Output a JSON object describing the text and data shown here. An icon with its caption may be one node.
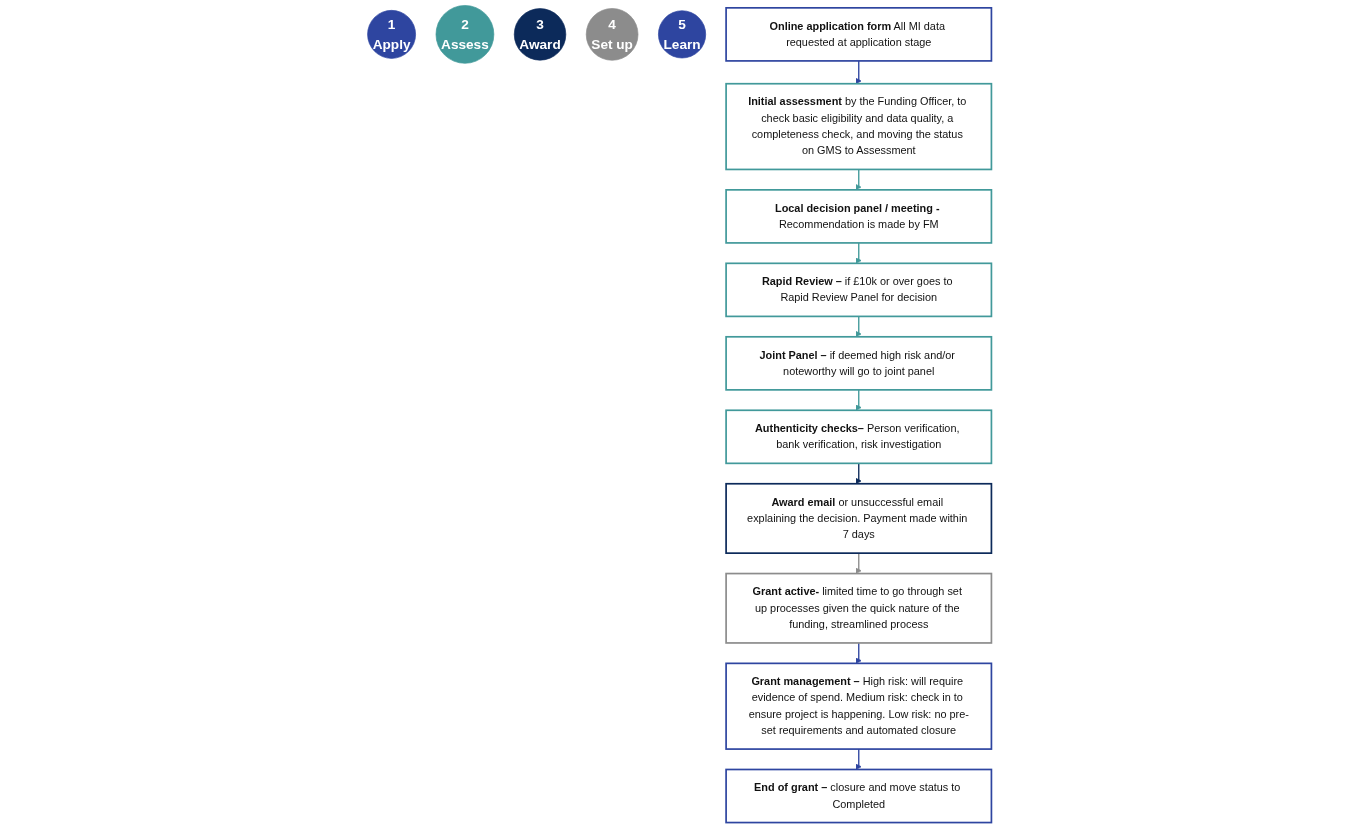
{
  "diagram": {
    "nodes": [
      {
        "text": [
          "1",
          "Apply"
        ]
      },
      {
        "text": [
          "2",
          "Assess"
        ]
      },
      {
        "text": [
          "3",
          "Award"
        ]
      },
      {
        "text": [
          "4",
          "Set up"
        ]
      },
      {
        "text": [
          "5",
          "Learn"
        ]
      },
      {
        "text": [
          "Online application form",
          "All MI data requested at application stage"
        ]
      },
      {
        "text": [
          "Initial assessment",
          "by the Funding Officer, to check basic eligibility and data quality, a completeness check, and moving the status on GMS to Assessment"
        ]
      },
      {
        "text": [
          "Local decision panel / meeting -",
          "Recommendation is made by FM"
        ]
      },
      {
        "text": [
          "Rapid Review –",
          "if £10k or over goes to Rapid Review Panel for decision"
        ]
      },
      {
        "text": [
          "Joint Panel –",
          "if deemed high risk and/or noteworthy will go to joint panel"
        ]
      },
      {
        "text": [
          "Authenticity checks–",
          "Person verification, bank verification, risk investigation"
        ]
      },
      {
        "text": [
          "Award email",
          "or unsuccessful email explaining the decision. Payment made within 7 days"
        ]
      },
      {
        "text": [
          "Grant active-",
          "limited time to go through set up processes given the quick nature of the funding, streamlined process"
        ]
      },
      {
        "text": [
          "Grant management –",
          "High risk: will require evidence of spend. Medium risk: check in to ensure project is happening. Low risk: no pre-set requirements and automated closure"
        ]
      },
      {
        "text": [
          "End of grant –",
          "closure and move status to Completed"
        ]
      }
    ],
    "edges": [
      {
        "from": 5,
        "to": 6,
        "arrow": "to",
        "color": "#2e45a0"
      },
      {
        "from": 6,
        "to": 7,
        "arrow": "to"
      },
      {
        "from": 7,
        "to": 8,
        "arrow": "to"
      },
      {
        "from": 8,
        "to": 9,
        "arrow": "to"
      },
      {
        "from": 9,
        "to": 10,
        "arrow": "to"
      },
      {
        "from": 10,
        "to": 11,
        "arrow": "to",
        "color": "#0c2a5a"
      },
      {
        "from": 11,
        "to": 12,
        "arrow": "to",
        "color": "#8c8c8c"
      },
      {
        "from": 12,
        "to": 13,
        "arrow": "to",
        "color": "#2e45a0"
      },
      {
        "from": 13,
        "to": 14,
        "arrow": "to",
        "color": "#2e45a0"
      }
    ]
  }
}
